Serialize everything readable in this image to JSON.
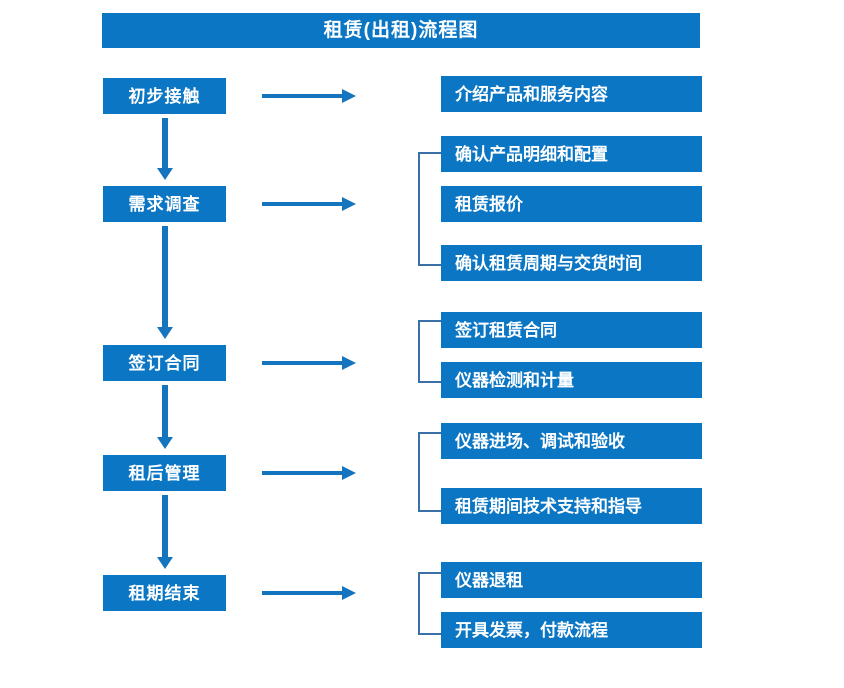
{
  "chart": {
    "title": "租赁(出租)流程图",
    "type": "flowchart",
    "colors": {
      "box_fill": "#0b76c4",
      "box_text": "#ffffff",
      "arrow": "#1474bd",
      "bracket": "#3a6fa8",
      "background": "#ffffff"
    }
  },
  "stages": [
    {
      "label": "初步接触"
    },
    {
      "label": "需求调查"
    },
    {
      "label": "签订合同"
    },
    {
      "label": "租后管理"
    },
    {
      "label": "租期结束"
    }
  ],
  "details": [
    {
      "label": "介绍产品和服务内容"
    },
    {
      "label": "确认产品明细和配置"
    },
    {
      "label": "租赁报价"
    },
    {
      "label": "确认租赁周期与交货时间"
    },
    {
      "label": "签订租赁合同"
    },
    {
      "label": "仪器检测和计量"
    },
    {
      "label": "仪器进场、调试和验收"
    },
    {
      "label": "租赁期间技术支持和指导"
    },
    {
      "label": "仪器退租"
    },
    {
      "label": "开具发票，付款流程"
    }
  ]
}
